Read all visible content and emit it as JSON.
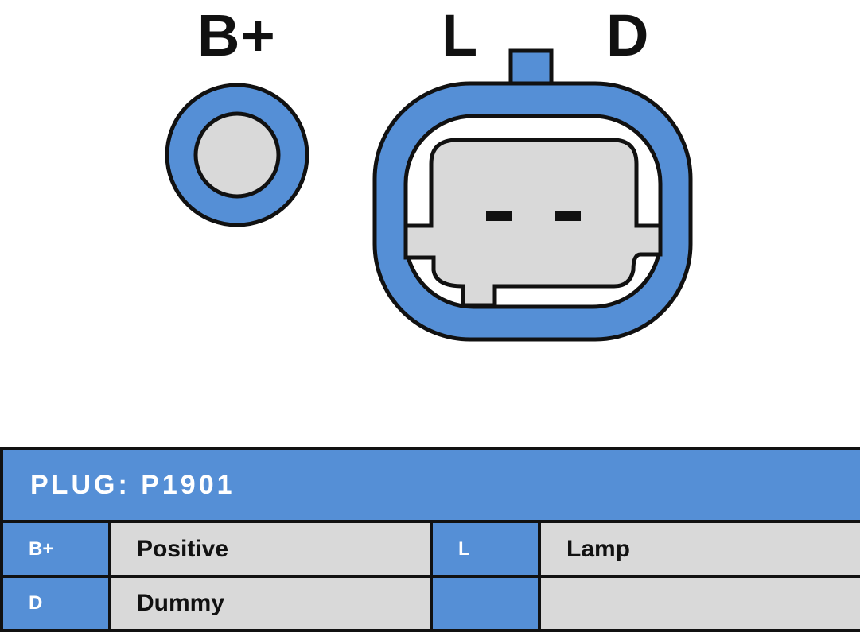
{
  "diagram": {
    "pin_labels": {
      "b_plus": "B+",
      "l": "L",
      "d": "D"
    },
    "colors": {
      "connector_blue": "#558fd6",
      "outline": "#111111",
      "contact_gray": "#d9d9d9"
    }
  },
  "table": {
    "title": "PLUG: P1901",
    "rows": [
      {
        "pin_a": "B+",
        "desc_a": "Positive",
        "pin_b": "L",
        "desc_b": "Lamp"
      },
      {
        "pin_a": "D",
        "desc_a": "Dummy",
        "pin_b": "",
        "desc_b": ""
      }
    ]
  }
}
